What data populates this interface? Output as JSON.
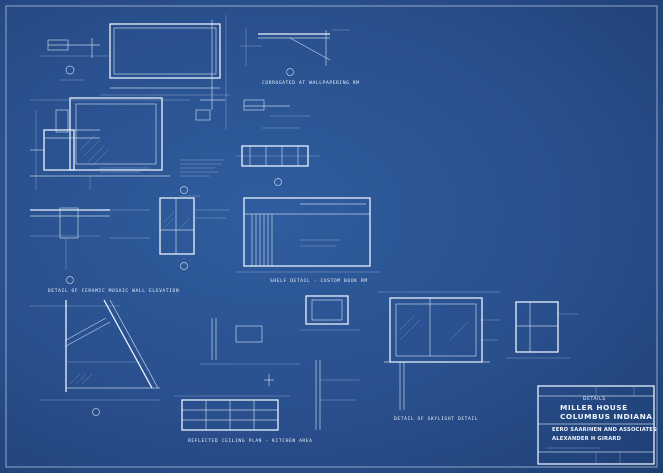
{
  "title_block": {
    "sheet_label": "DETAILS",
    "project_line1": "MILLER HOUSE",
    "project_line2": "COLUMBUS INDIANA",
    "firm": "EERO SAARINEN AND ASSOCIATES",
    "architect": "ALEXANDER H GIRARD"
  },
  "captions": {
    "top_center": "CORRUGATED AT WALLPAPERING RM",
    "left_middle": "DETAIL OF CERAMIC MOSAIC WALL ELEVATION",
    "center_middle": "SHELF DETAIL - CUSTOM BOOK RM",
    "bottom_center": "REFLECTED CEILING PLAN - KITCHEN AREA",
    "bottom_right": "DETAIL OF SKYLIGHT DETAIL"
  },
  "colors": {
    "paper": "#294f8d",
    "ink": "#dbe6f5"
  }
}
